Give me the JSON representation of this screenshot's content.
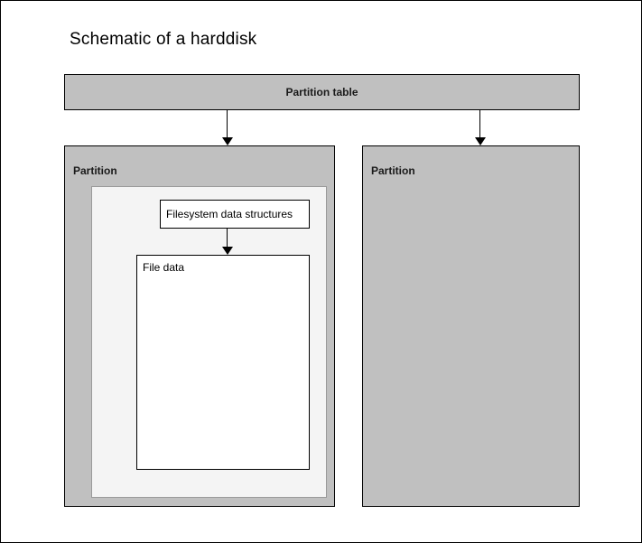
{
  "diagram": {
    "title": "Schematic of a harddisk",
    "partition_table": {
      "label": "Partition table"
    },
    "partitions": [
      {
        "label": "Partition",
        "filesystem": {
          "structures_label": "Filesystem data structures",
          "file_data_label": "File data"
        }
      },
      {
        "label": "Partition"
      }
    ],
    "colors": {
      "partition_fill": "#c0c0c0",
      "filesystem_fill": "#f4f4f4",
      "box_fill": "#ffffff",
      "stroke": "#000000",
      "page_background": "#ffffff"
    }
  }
}
